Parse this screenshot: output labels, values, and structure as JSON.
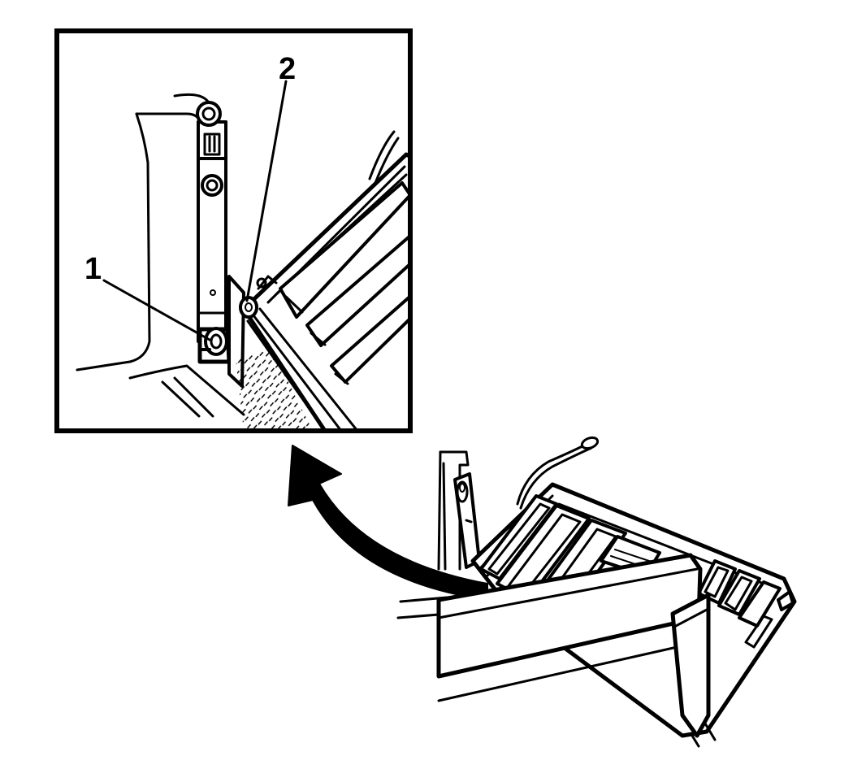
{
  "diagram": {
    "callouts": [
      {
        "id": "1",
        "label": "1"
      },
      {
        "id": "2",
        "label": "2"
      }
    ],
    "ink_color": "#000000",
    "background_color": "#ffffff"
  }
}
